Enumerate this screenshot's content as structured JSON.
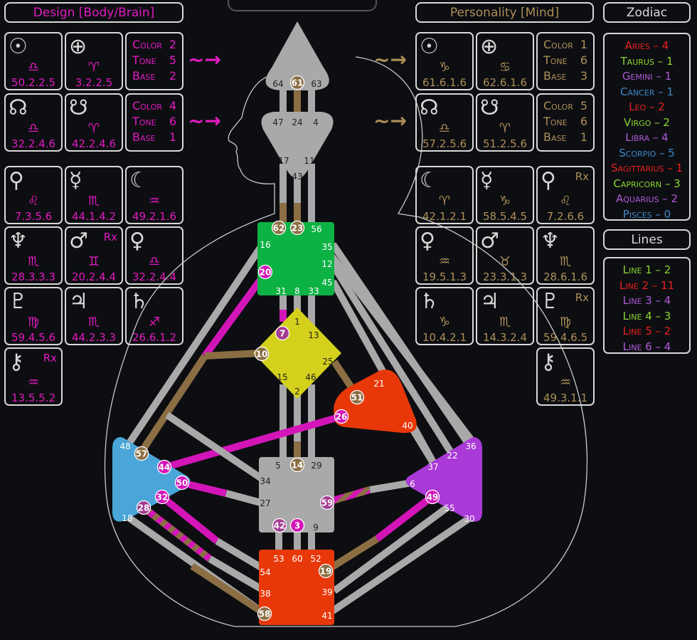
{
  "colors": {
    "design": "#e01bbf",
    "personality": "#ad8f57",
    "grey": "#a9a9a9",
    "brown": "#8c6e44",
    "magenta": "#d315b8",
    "white": "#e6e6e6"
  },
  "headers": {
    "design": "Design [Body/Brain]",
    "personality": "Personality [Mind]",
    "zodiac": "Zodiac",
    "lines": "Lines"
  },
  "arrow_glyph": "~→",
  "design_cards": [
    {
      "glyph": "☉",
      "sign": "♎",
      "value": "50.2.2.5",
      "rx": ""
    },
    {
      "glyph": "⊕",
      "sign": "♈",
      "value": "3.2.2.5",
      "rx": ""
    },
    {
      "glyph": "☊",
      "sign": "♎",
      "value": "32.2.4.6",
      "rx": ""
    },
    {
      "glyph": "☋",
      "sign": "♈",
      "value": "42.2.4.6",
      "rx": ""
    },
    {
      "glyph": "⚲",
      "sign": "♌",
      "value": "7.3.5.6",
      "rx": ""
    },
    {
      "glyph": "☿",
      "sign": "♏",
      "value": "44.1.4.2",
      "rx": ""
    },
    {
      "glyph": "☾",
      "sign": "♒",
      "value": "49.2.1.6",
      "rx": ""
    },
    {
      "glyph": "♆",
      "sign": "♏",
      "value": "28.3.3.3",
      "rx": ""
    },
    {
      "glyph": "♂",
      "sign": "♊",
      "value": "20.2.4.4",
      "rx": "Rx"
    },
    {
      "glyph": "♀",
      "sign": "♎",
      "value": "32.2.4.4",
      "rx": ""
    },
    {
      "glyph": "♇",
      "sign": "♍",
      "value": "59.4.5.6",
      "rx": ""
    },
    {
      "glyph": "♃",
      "sign": "♏",
      "value": "44.2.3.3",
      "rx": ""
    },
    {
      "glyph": "♄",
      "sign": "♐",
      "value": "26.6.1.2",
      "rx": ""
    },
    {
      "glyph": "⚷",
      "sign": "♒",
      "value": "13.5.5.2",
      "rx": "Rx"
    }
  ],
  "design_ctb": [
    {
      "color_label": "Color",
      "color": "2",
      "tone_label": "Tone",
      "tone": "5",
      "base_label": "Base",
      "base": "2"
    },
    {
      "color_label": "Color",
      "color": "4",
      "tone_label": "Tone",
      "tone": "6",
      "base_label": "Base",
      "base": "1"
    }
  ],
  "personality_cards": [
    {
      "glyph": "☉",
      "sign": "♑",
      "value": "61.6.1.6",
      "rx": ""
    },
    {
      "glyph": "⊕",
      "sign": "♋",
      "value": "62.6.1.6",
      "rx": ""
    },
    {
      "glyph": "☊",
      "sign": "♎",
      "value": "57.2.5.6",
      "rx": ""
    },
    {
      "glyph": "☋",
      "sign": "♈",
      "value": "51.2.5.6",
      "rx": ""
    },
    {
      "glyph": "☾",
      "sign": "♈",
      "value": "42.1.2.1",
      "rx": ""
    },
    {
      "glyph": "☿",
      "sign": "♑",
      "value": "58.5.4.5",
      "rx": ""
    },
    {
      "glyph": "⚲",
      "sign": "♌",
      "value": "7.2.6.6",
      "rx": "Rx"
    },
    {
      "glyph": "♀",
      "sign": "♒",
      "value": "19.5.1.3",
      "rx": ""
    },
    {
      "glyph": "♂",
      "sign": "♉",
      "value": "23.3.1.3",
      "rx": ""
    },
    {
      "glyph": "♆",
      "sign": "♏",
      "value": "28.6.1.6",
      "rx": ""
    },
    {
      "glyph": "♄",
      "sign": "♑",
      "value": "10.4.2.1",
      "rx": ""
    },
    {
      "glyph": "♃",
      "sign": "♏",
      "value": "14.3.2.4",
      "rx": ""
    },
    {
      "glyph": "♇",
      "sign": "♍",
      "value": "59.4.6.5",
      "rx": "Rx"
    },
    {
      "glyph": "⚷",
      "sign": "♒",
      "value": "49.3.1.1",
      "rx": ""
    }
  ],
  "personality_ctb": [
    {
      "color_label": "Color",
      "color": "1",
      "tone_label": "Tone",
      "tone": "6",
      "base_label": "Base",
      "base": "3"
    },
    {
      "color_label": "Color",
      "color": "5",
      "tone_label": "Tone",
      "tone": "6",
      "base_label": "Base",
      "base": "1"
    }
  ],
  "zodiac": [
    {
      "label": "Aries – 4",
      "color": "#e8201c"
    },
    {
      "label": "Taurus – 1",
      "color": "#8ad630"
    },
    {
      "label": "Gemini – 1",
      "color": "#b05ad8"
    },
    {
      "label": "Cancer – 1",
      "color": "#3e88c9"
    },
    {
      "label": "Leo – 2",
      "color": "#e8201c"
    },
    {
      "label": "Virgo – 2",
      "color": "#8ad630"
    },
    {
      "label": "Libra – 4",
      "color": "#b05ad8"
    },
    {
      "label": "Scorpio – 5",
      "color": "#3e88c9"
    },
    {
      "label": "Sagittarius – 1",
      "color": "#e8201c"
    },
    {
      "label": "Capricorn – 3",
      "color": "#8ad630"
    },
    {
      "label": "Aquarius – 2",
      "color": "#b05ad8"
    },
    {
      "label": "Pisces – 0",
      "color": "#3e88c9"
    }
  ],
  "lines": [
    {
      "label": "Line 1 – 2",
      "color": "#8ad630"
    },
    {
      "label": "Line 2 – 11",
      "color": "#e8201c"
    },
    {
      "label": "Line 3 – 4",
      "color": "#b05ad8"
    },
    {
      "label": "Line 4 – 3",
      "color": "#8ad630"
    },
    {
      "label": "Line 5 – 2",
      "color": "#e8201c"
    },
    {
      "label": "Line 6 – 4",
      "color": "#b05ad8"
    }
  ],
  "bodygraph": {
    "plain_numbers": [
      "64",
      "63",
      "47",
      "24",
      "4",
      "17",
      "11",
      "43",
      "56",
      "16",
      "35",
      "12",
      "45",
      "31",
      "8",
      "33",
      "1",
      "13",
      "25",
      "15",
      "46",
      "2",
      "21",
      "40",
      "48",
      "29",
      "5",
      "34",
      "27",
      "9",
      "6",
      "37",
      "22",
      "36",
      "55",
      "30",
      "18",
      "53",
      "60",
      "52",
      "54",
      "38",
      "39",
      "41"
    ],
    "activated_gates": [
      {
        "label": "61",
        "kind": "personality"
      },
      {
        "label": "62",
        "kind": "personality"
      },
      {
        "label": "23",
        "kind": "personality"
      },
      {
        "label": "20",
        "kind": "design"
      },
      {
        "label": "7",
        "kind": "both"
      },
      {
        "label": "10",
        "kind": "personality"
      },
      {
        "label": "51",
        "kind": "personality"
      },
      {
        "label": "26",
        "kind": "design"
      },
      {
        "label": "57",
        "kind": "personality"
      },
      {
        "label": "44",
        "kind": "design"
      },
      {
        "label": "50",
        "kind": "design"
      },
      {
        "label": "32",
        "kind": "design"
      },
      {
        "label": "28",
        "kind": "both"
      },
      {
        "label": "14",
        "kind": "personality"
      },
      {
        "label": "59",
        "kind": "both"
      },
      {
        "label": "49",
        "kind": "design"
      },
      {
        "label": "42",
        "kind": "both"
      },
      {
        "label": "3",
        "kind": "design"
      },
      {
        "label": "19",
        "kind": "personality"
      },
      {
        "label": "58",
        "kind": "personality"
      }
    ]
  }
}
